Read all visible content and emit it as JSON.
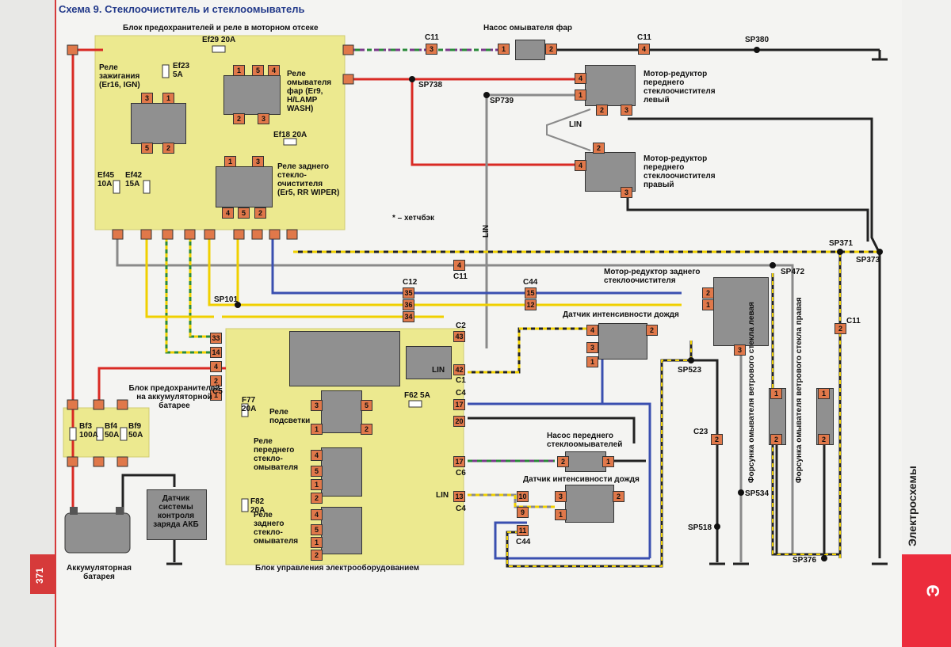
{
  "title": "Схема 9. Стеклоочиститель и стеклоомыватель",
  "section_label": "Электросхемы",
  "page_number": "371",
  "section_tab": "Э",
  "colors": {
    "fuse_block": "#ece98f",
    "component": "#909090",
    "pin": "#e0784a",
    "wire_red": "#d92a24",
    "wire_blue": "#3a4fb0",
    "wire_yellow": "#f0d000",
    "wire_green": "#2a8a3a",
    "wire_black": "#222222",
    "wire_gray": "#8a8a8a",
    "wire_violet": "#7a3a8a",
    "page_edge": "#d63a3a"
  },
  "blocks": {
    "engine_fuse_block": "Блок предохранителей и реле в моторном отсеке",
    "battery_fuse_block": "Блок предохранителей на аккумуляторной батарее",
    "control_unit": "Блок управления электрооборудованием",
    "hatchback_note": "* – хетчбэк"
  },
  "relays": {
    "ignition": "Реле зажигания (Er16, IGN)",
    "headlamp_washer": "Реле омывателя фар (Er9, H/LAMP WASH)",
    "rear_wiper": "Реле заднего стекло-очистителя (Er5, RR WIPER)",
    "backlight": "Реле подсветки",
    "front_washer": "Реле переднего стекло-омывателя",
    "rear_washer": "Реле заднего стекло-омывателя"
  },
  "fuses": {
    "ef29": "Ef29 20A",
    "ef23": "Ef23 5A",
    "ef18": "Ef18 20A",
    "ef45": "Ef45 10A",
    "ef42": "Ef42 15A",
    "f77": "F77 20A",
    "f82": "F82 20A",
    "f62": "F62 5A",
    "bf3": "Bf3 100A",
    "bf4": "Bf4 50A",
    "bf9": "Bf9 50A"
  },
  "components": {
    "headlamp_washer_pump": "Насос омывателя фар",
    "wiper_motor_left": "Мотор-редуктор переднего стеклоочистителя левый",
    "wiper_motor_right": "Мотор-редуктор переднего стеклоочистителя правый",
    "rear_wiper_motor": "Мотор-редуктор заднего стеклоочистителя",
    "rain_sensor_1": "Датчик интенсивности дождя",
    "rain_sensor_2": "Датчик интенсивности дождя",
    "front_washer_pump": "Насос переднего стеклоомывателей",
    "battery_sensor": "Датчик системы контроля заряда АКБ",
    "battery": "Аккумуляторная батарея",
    "nozzle_left": "Форсунка омывателя ветрового стекла левая",
    "nozzle_right": "Форсунка омывателя ветрового стекла правая"
  },
  "connectors": {
    "c11": "C11",
    "c12": "C12",
    "c44": "C44",
    "c2": "C2",
    "c1": "C1",
    "c5": "C5",
    "c4": "C4",
    "c6": "C6",
    "c23": "C23",
    "lin": "LIN"
  },
  "splices": {
    "sp380": "SP380",
    "sp738": "SP738",
    "sp739": "SP739",
    "sp371": "SP371",
    "sp373": "SP373",
    "sp472": "SP472",
    "sp101": "SP101",
    "sp523": "SP523",
    "sp534": "SP534",
    "sp518": "SP518",
    "sp376": "SP376"
  },
  "pins": {
    "ign_relay": [
      "3",
      "1",
      "5",
      "2"
    ],
    "hl_relay": [
      "1",
      "5",
      "4",
      "2",
      "3"
    ],
    "rr_relay": [
      "1",
      "3",
      "4",
      "5",
      "2"
    ],
    "cu_left": [
      "33",
      "14",
      "4",
      "2",
      "1"
    ],
    "c12": [
      "35",
      "36",
      "34"
    ],
    "c44": [
      "15",
      "12"
    ],
    "c11_mid": "4",
    "c2": "43",
    "c1": "42",
    "c4": [
      "17",
      "20",
      "13"
    ],
    "c6": "17",
    "c44_low": [
      "10",
      "9",
      "11"
    ],
    "pump_hl": [
      "1",
      "2"
    ],
    "c11_hl": [
      "3",
      "4"
    ],
    "motor_left": [
      "4",
      "1",
      "2",
      "3"
    ],
    "motor_right": [
      "2",
      "4",
      "3"
    ],
    "rear_motor": [
      "2",
      "1",
      "3"
    ],
    "rain1": [
      "4",
      "3",
      "1",
      "2"
    ],
    "rain2": [
      "3",
      "1",
      "2"
    ],
    "fwpump": [
      "2",
      "1"
    ],
    "c23": "2",
    "c11_right": "2",
    "nozzle_l": [
      "1",
      "2"
    ],
    "nozzle_r": [
      "1",
      "2"
    ],
    "backlight_relay": [
      "3",
      "1",
      "5",
      "2"
    ],
    "fw_relay": [
      "4",
      "5",
      "1",
      "2"
    ],
    "rw_relay": [
      "4",
      "5",
      "1",
      "2"
    ]
  }
}
